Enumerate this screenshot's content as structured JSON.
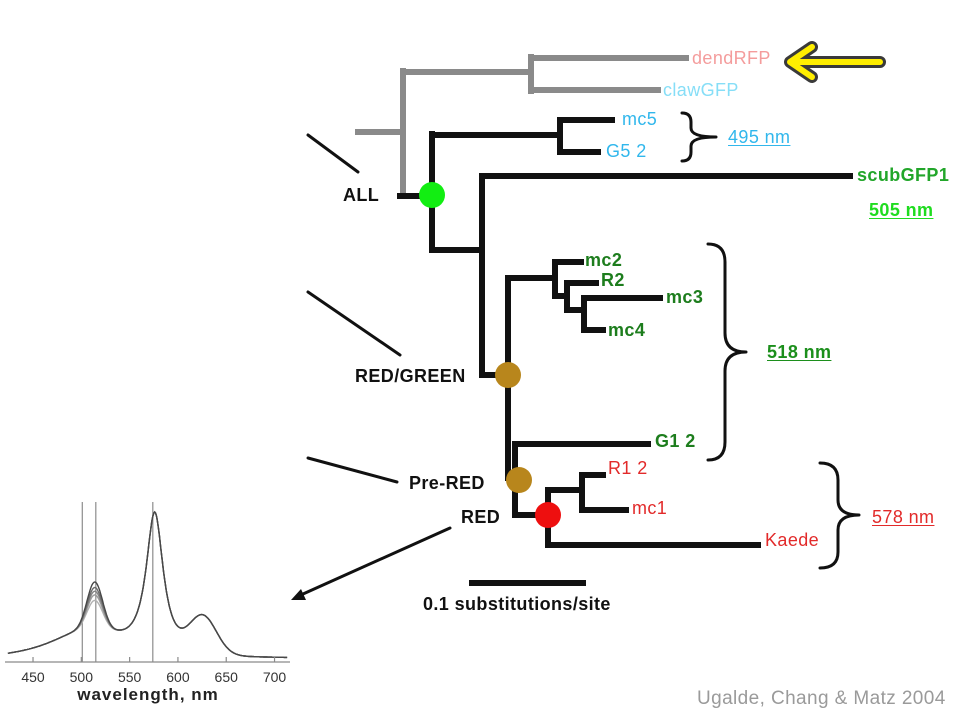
{
  "tree": {
    "taxa": {
      "dendrfp": "dendRFP",
      "clawgfp": "clawGFP",
      "mc5": "mc5",
      "g5_2": "G5 2",
      "scubgfp1": "scubGFP1",
      "mc2": "mc2",
      "r2": "R2",
      "mc3": "mc3",
      "mc4": "mc4",
      "g1_2": "G1 2",
      "r1_2": "R1 2",
      "mc1": "mc1",
      "kaede": "Kaede"
    },
    "nodes": {
      "all": "ALL",
      "red_green": "RED/GREEN",
      "pre_red": "Pre-RED",
      "red": "RED"
    },
    "wavelengths": {
      "cyan_group": "495 nm",
      "scub": "505 nm",
      "green_group": "518 nm",
      "red_group": "578 nm"
    },
    "scale_bar_label": "0.1 substitutions/site"
  },
  "spectrum": {
    "x_label": "wavelength, nm",
    "x_ticks": [
      450,
      500,
      550,
      600,
      650,
      700
    ],
    "xlim": [
      421,
      716
    ],
    "marker_lines_nm": [
      501,
      515,
      574
    ]
  },
  "citation": "Ugalde, Chang & Matz 2004",
  "colors": {
    "dendrfp": "#f49c9c",
    "clawgfp": "#86def7",
    "cyan": "#31b7ec",
    "scub_green": "#22a62a",
    "bright_green": "#1fdc1f",
    "dark_green": "#1d7d1d",
    "label_green": "#1c8f1c",
    "red": "#e22a2a",
    "node_label": "#111111",
    "node_all": "#12ee12",
    "node_red_green": "#b8861c",
    "node_red": "#ee0f0f",
    "branch": "#111111",
    "branch_gray": "#8a8a8a",
    "citation": "#9a9a9a",
    "arrow_fill": "#ffee00",
    "arrow_outline": "#3a3a3a"
  }
}
